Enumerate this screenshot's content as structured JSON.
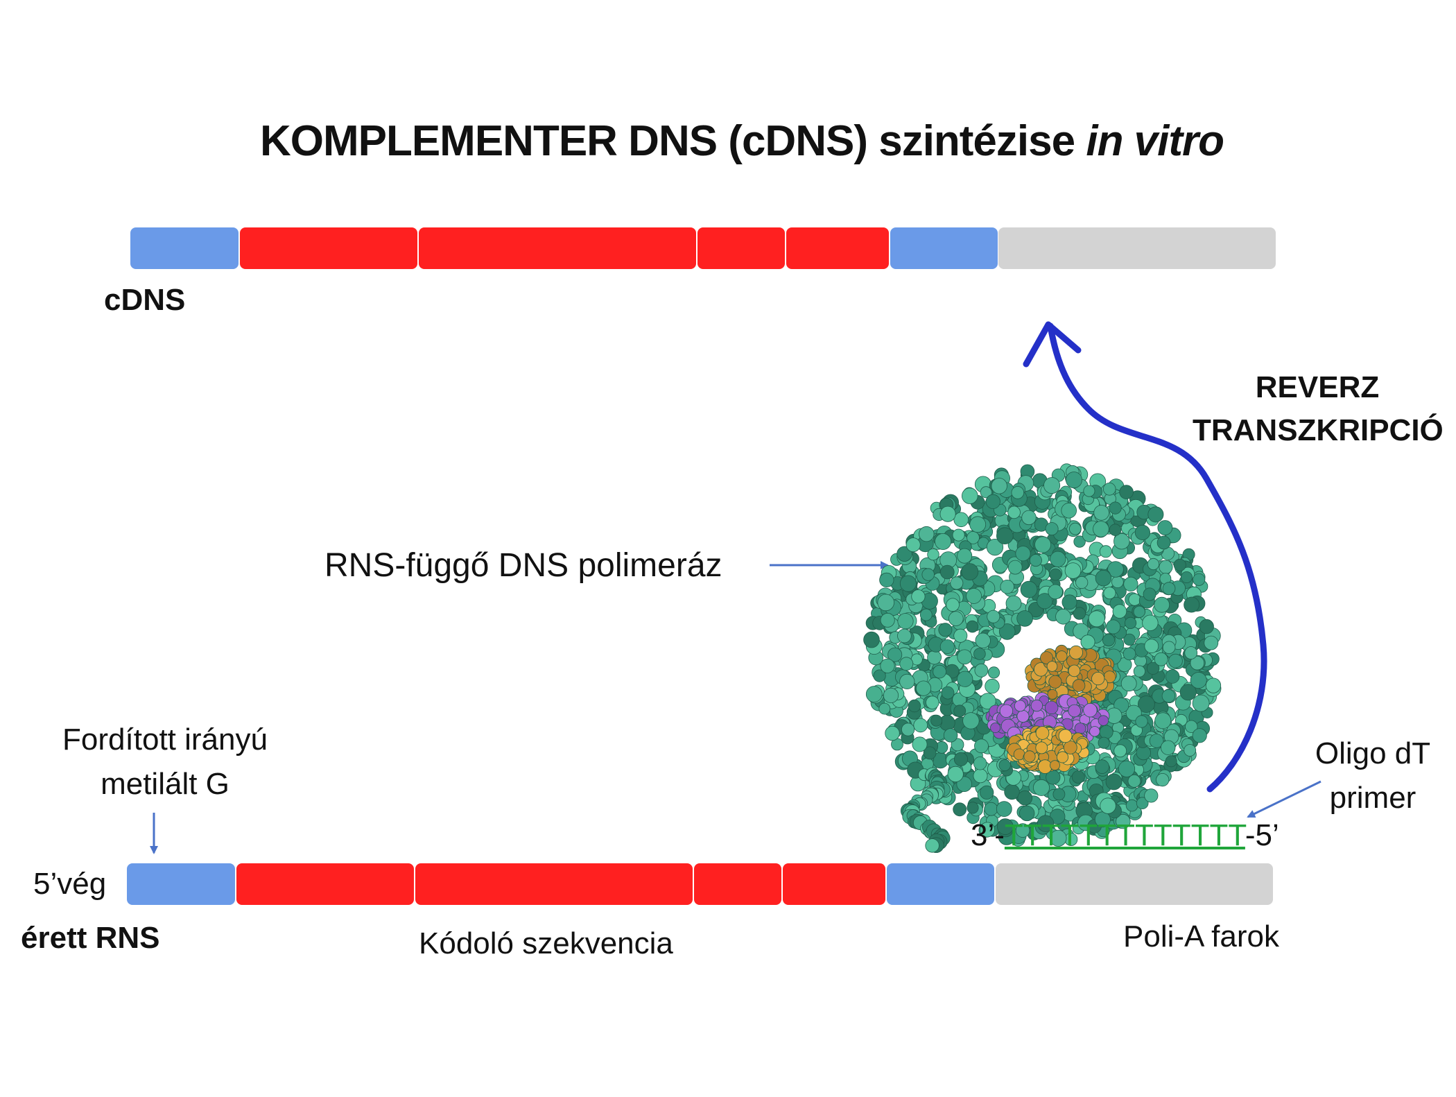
{
  "title": {
    "main": "KOMPLEMENTER DNS (cDNS) szintézise ",
    "italic": "in vitro"
  },
  "cdna": {
    "label": "cDNS"
  },
  "process": {
    "line1": "REVERZ",
    "line2": "TRANSZKRIPCIÓ"
  },
  "enzyme": {
    "label": "RNS-függő DNS polimeráz"
  },
  "cap": {
    "line1": "Fordított irányú",
    "line2": "metilált G"
  },
  "primer": {
    "line1": "Oligo dT",
    "line2": "primer",
    "sequence_left": "3’-",
    "sequence_t": "TTTTTTTTTTTTT",
    "sequence_right": "-5’"
  },
  "mrna": {
    "end_label": "5’vég",
    "label": "érett RNS",
    "coding_label": "Kódoló szekvencia",
    "polya_label": "Poli-A farok"
  },
  "colors": {
    "utr": "#6a9ae8",
    "coding": "#ff2020",
    "polya": "#d3d3d3",
    "arrow": "#2430c8",
    "thin_arrow": "#4a72c8",
    "primer": "#1fa53a",
    "protein": "#3a9e82"
  },
  "icons": {
    "enzyme": "protein-molecule-icon"
  }
}
